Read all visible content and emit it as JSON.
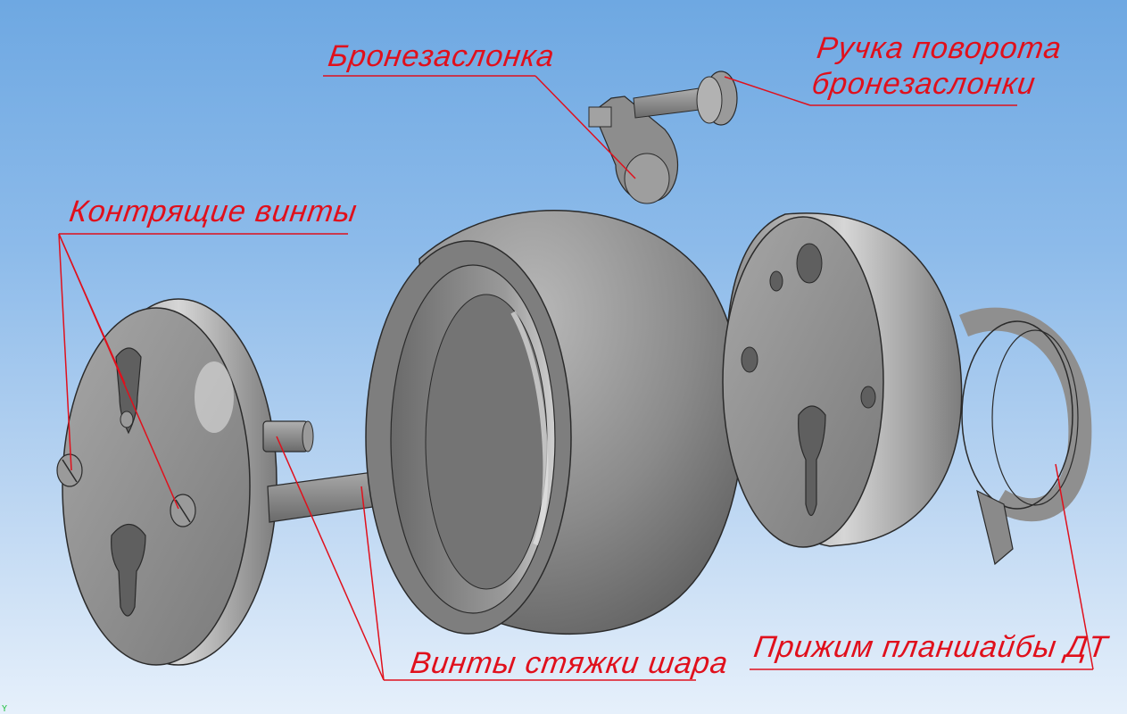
{
  "labels": {
    "armor_shutter": "Бронезаслонка",
    "shutter_handle_line1": "Ручка поворота",
    "shutter_handle_line2": "бронезаслонки",
    "lock_screws": "Контрящие винты",
    "ball_screws": "Винты стяжки шара",
    "faceplate_clamp": "Прижим планшайбы ДТ"
  },
  "colors": {
    "callout": "#e0101c",
    "part_dark": "#6e6e6e",
    "part_mid": "#9a9a9a",
    "part_light": "#c8c8c8",
    "outline": "#2a2a2a"
  },
  "axis_glyph": "Y"
}
